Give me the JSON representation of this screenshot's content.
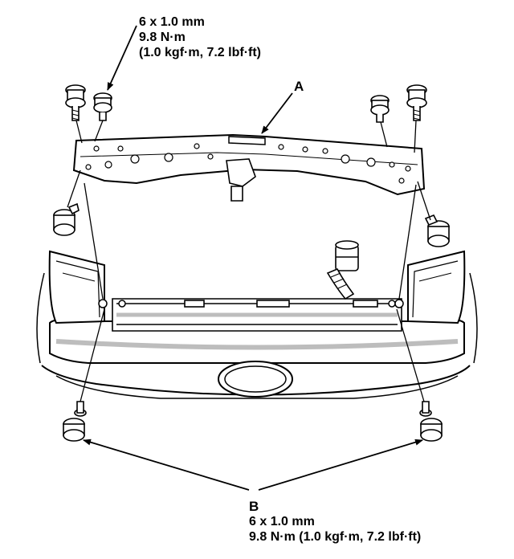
{
  "callout_top": {
    "size": "6 x 1.0 mm",
    "torque_nm": "9.8 N·m",
    "torque_alt": "(1.0 kgf·m, 7.2 lbf·ft)"
  },
  "label_a": "A",
  "callout_b": {
    "letter": "B",
    "size": "6 x 1.0 mm",
    "torque": "9.8 N·m (1.0 kgf·m, 7.2 lbf·ft)"
  },
  "colors": {
    "line": "#000000",
    "fill": "#ffffff",
    "shade": "#bdbdbd"
  }
}
